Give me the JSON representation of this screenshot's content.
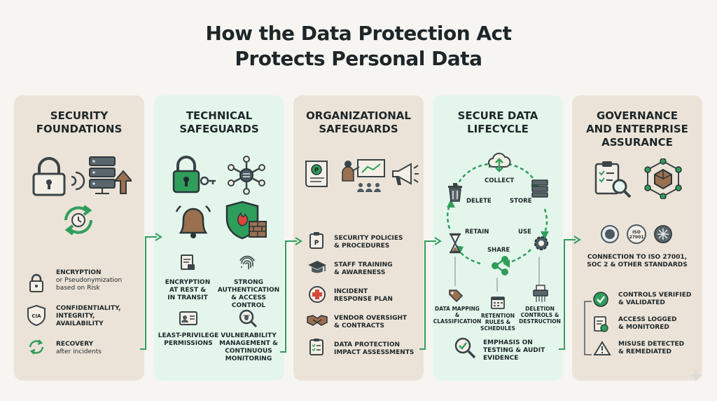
{
  "title": {
    "line1": "How the Data Protection Act",
    "line2": "Protects Personal Data"
  },
  "columns": [
    {
      "heading": [
        "SECURITY",
        "FOUNDATIONS"
      ],
      "items": [
        {
          "lines": [
            "ENCRYPTION",
            "or Pseudonymization",
            "based on Risk"
          ],
          "icon": "padlock-icon"
        },
        {
          "lines": [
            "CONFIDENTIALITY,",
            "INTEGRITY,",
            "AVAILABILITY"
          ],
          "icon": "cia-shield-icon",
          "badge": "CIA"
        },
        {
          "lines": [
            "RECOVERY",
            "after incidents"
          ],
          "icon": "recovery-cycle-icon"
        }
      ]
    },
    {
      "heading": [
        "TECHNICAL",
        "SAFEGUARDS"
      ],
      "items": [
        {
          "lines": [
            "ENCRYPTION",
            "AT REST &",
            "IN TRANSIT"
          ],
          "icon": "document-lock-icon"
        },
        {
          "lines": [
            "STRONG",
            "AUTHENTICATION",
            "& ACCESS CONTROL"
          ],
          "icon": "fingerprint-icon"
        },
        {
          "lines": [
            "LEAST-PRIVILEGE",
            "PERMISSIONS"
          ],
          "icon": "id-card-icon"
        },
        {
          "lines": [
            "VULNERABILITY",
            "MANAGEMENT &",
            "CONTINUOUS",
            "MONITORING"
          ],
          "icon": "magnifier-bug-icon"
        }
      ]
    },
    {
      "heading": [
        "ORGANIZATIONAL",
        "SAFEGUARDS"
      ],
      "items": [
        {
          "lines": [
            "SECURITY POLICIES",
            "& PROCEDURES"
          ],
          "icon": "clipboard-icon",
          "badge": "P"
        },
        {
          "lines": [
            "STAFF TRAINING",
            "& AWARENESS"
          ],
          "icon": "graduation-cap-icon"
        },
        {
          "lines": [
            "INCIDENT",
            "RESPONSE PLAN"
          ],
          "icon": "first-aid-icon"
        },
        {
          "lines": [
            "VENDOR OVERSIGHT",
            "& CONTRACTS"
          ],
          "icon": "handshake-icon"
        },
        {
          "lines": [
            "DATA PROTECTION",
            "IMPACT ASSESSMENTS"
          ],
          "icon": "checklist-icon"
        }
      ]
    },
    {
      "heading": [
        "SECURE DATA",
        "LIFECYCLE"
      ],
      "stages": {
        "collect": "COLLECT",
        "store": "STORE",
        "use": "USE",
        "share": "SHARE",
        "retain": "RETAIN",
        "delete": "DELETE"
      },
      "sub": [
        {
          "lines": [
            "DATA MAPPING &",
            "CLASSIFICATION"
          ],
          "icon": "tag-icon"
        },
        {
          "lines": [
            "RETENTION",
            "RULES &",
            "SCHEDULES"
          ],
          "icon": "calendar-icon"
        },
        {
          "lines": [
            "DELETION",
            "CONTROLS &",
            "DESTRUCTION"
          ],
          "icon": "shredder-icon"
        }
      ],
      "emphasis": [
        "EMPHASIS ON",
        "TESTING & AUDIT",
        "EVIDENCE"
      ]
    },
    {
      "heading": [
        "GOVERNANCE",
        "AND ENTERPRISE",
        "ASSURANCE"
      ],
      "badges": [
        "ISO 27001"
      ],
      "connection": [
        "CONNECTION TO ISO 27001,",
        "SOC 2 & OTHER STANDARDS"
      ],
      "items": [
        {
          "lines": [
            "CONTROLS VERIFIED",
            "& VALIDATED"
          ],
          "icon": "check-circle-icon"
        },
        {
          "lines": [
            "ACCESS LOGGED",
            "& MONITORED"
          ],
          "icon": "log-document-icon"
        },
        {
          "lines": [
            "MISUSE DETECTED",
            "& REMEDIATED"
          ],
          "icon": "warning-icon"
        }
      ]
    }
  ],
  "colors": {
    "green": "#2f9e5b",
    "mint": "#e4f6ec",
    "tan": "#ece3d8",
    "brown": "#8a6a4a",
    "red": "#d8473a",
    "slate": "#4a5a62"
  }
}
